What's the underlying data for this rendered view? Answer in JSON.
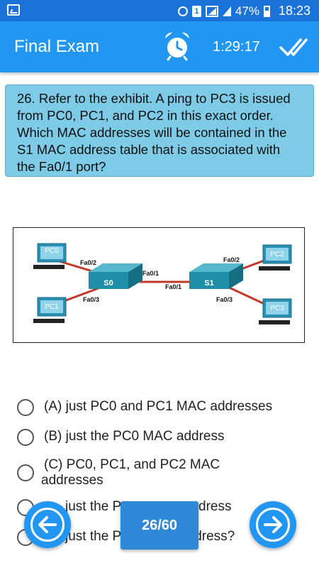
{
  "status_bar": {
    "battery": "47%",
    "time": "18:23",
    "sim": "1",
    "icons": [
      "picture-icon",
      "alarm-icon",
      "sim-icon",
      "signal-icon",
      "battery-icon"
    ]
  },
  "app_bar": {
    "title": "Final Exam",
    "timer": "1:29:17",
    "icons": [
      "alarm-clock-icon",
      "double-check-icon"
    ]
  },
  "question": {
    "text": "26. Refer to the exhibit. A ping to PC3 is issued from PC0, PC1, and PC2 in this exact order. Which MAC addresses will be contained in the S1 MAC address table that is associated with the Fa0/1 port?"
  },
  "exhibit": {
    "pcs": [
      "PC0",
      "PC1",
      "PC2",
      "PC3"
    ],
    "switches": [
      "S0",
      "S1"
    ],
    "ports": {
      "s0_pc0": "Fa0/2",
      "s0_pc1": "Fa0/3",
      "s0_trunk": "Fa0/1",
      "s1_trunk": "Fa0/1",
      "s1_pc2": "Fa0/2",
      "s1_pc3": "Fa0/3"
    },
    "colors": {
      "link": "#c0392b",
      "switch": "#1f8fa8",
      "pc": "#2a8fb0"
    }
  },
  "options": [
    {
      "label": "(A) just PC0 and PC1 MAC addresses"
    },
    {
      "label": "(B) just the PC0 MAC address"
    },
    {
      "label_line1": "(C) PC0, PC1, and PC2 MAC",
      "label_line2": "addresses"
    },
    {
      "label_left": "just the P",
      "label_right": "dress"
    },
    {
      "label_left": "just the P",
      "label_right": "ldress?"
    }
  ],
  "navigation": {
    "counter": "26/60",
    "prev_icon": "arrow-left-icon",
    "next_icon": "arrow-right-icon"
  },
  "colors": {
    "status_bar": "#1a73d9",
    "app_bar": "#2196f3",
    "question_bg": "#7ecbe8",
    "fab": "#2196f3"
  }
}
